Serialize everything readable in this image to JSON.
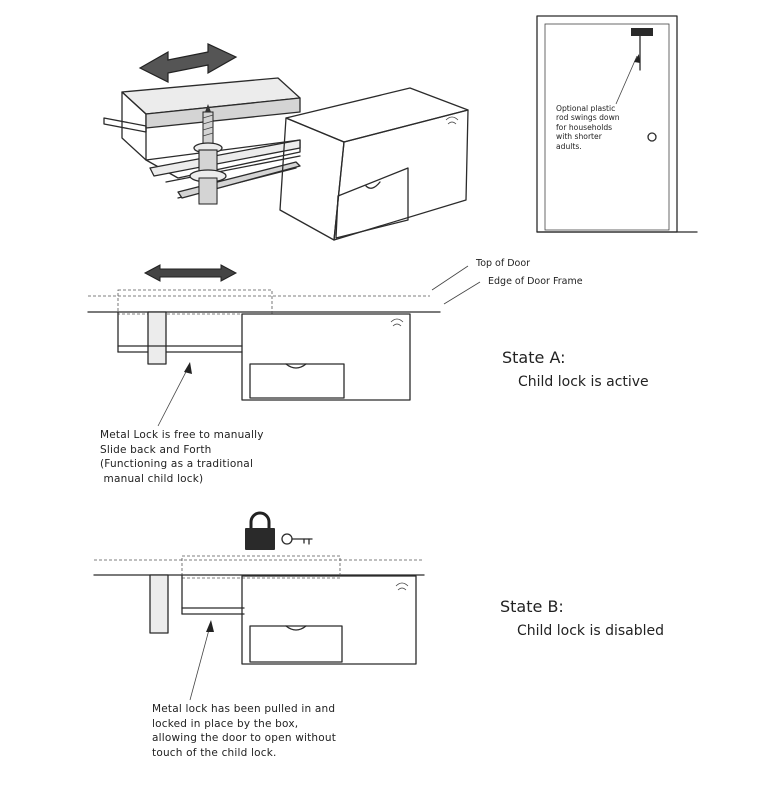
{
  "labels": {
    "top_of_door": "Top of Door",
    "edge_of_frame": "Edge of Door Frame",
    "rod_note": "Optional plastic\nrod swings down\nfor households\nwith shorter\nadults.",
    "state_a_title": "State A:",
    "state_a_desc": "Child lock is active",
    "state_a_note": "Metal Lock is free to manually\nSlide back and Forth\n(Functioning as a traditional\n manual child lock)",
    "state_b_title": "State B:",
    "state_b_desc": "Child lock is disabled",
    "state_b_note": "Metal lock has been pulled in and\nlocked in place by the box,\nallowing the door to open without\ntouch of the child lock."
  },
  "icons": [
    "double-arrow-icon",
    "padlock-icon",
    "key-icon",
    "wifi-icon",
    "screw-icon"
  ]
}
